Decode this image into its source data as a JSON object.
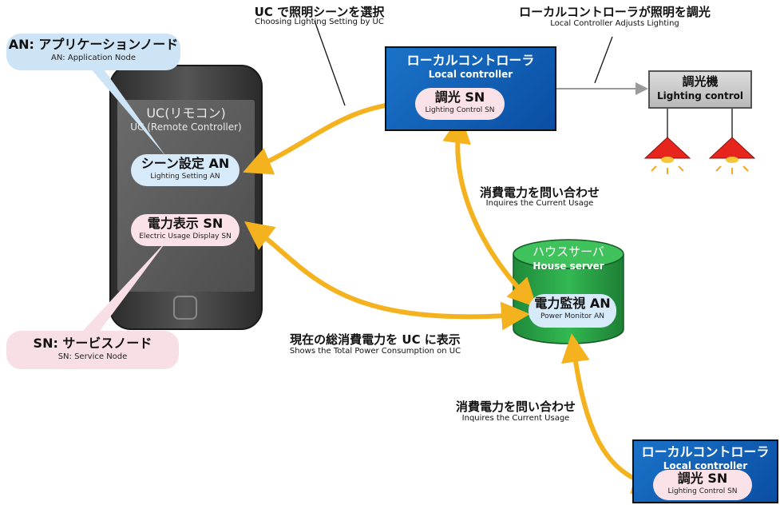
{
  "callouts": {
    "an": {
      "ja": "AN: アプリケーションノード",
      "en": "AN: Application Node"
    },
    "sn": {
      "ja": "SN: サービスノード",
      "en": "SN: Service Node"
    }
  },
  "phone": {
    "title_ja": "UC(リモコン)",
    "title_en": "UC (Remote Controller)",
    "scene": {
      "ja": "シーン設定 AN",
      "en": "Lighting Setting AN"
    },
    "power": {
      "ja": "電力表示 SN",
      "en": "Electric Usage Display SN"
    }
  },
  "local_top": {
    "title_ja": "ローカルコントローラ",
    "title_en": "Local controller",
    "inner": {
      "ja": "調光 SN",
      "en": "Lighting Control SN"
    }
  },
  "local_bottom": {
    "title_ja": "ローカルコントローラ",
    "title_en": "Local controller",
    "inner": {
      "ja": "調光 SN",
      "en": "Lighting Control SN"
    }
  },
  "dimmer": {
    "ja": "調光機",
    "en": "Lighting control"
  },
  "server": {
    "title_ja": "ハウスサーバ",
    "title_en": "House server",
    "inner": {
      "ja": "電力監視 AN",
      "en": "Power Monitor AN"
    }
  },
  "labels": {
    "select_scene": {
      "ja": "UC で照明シーンを選択",
      "en": "Choosing Lighting Setting by UC"
    },
    "adjust": {
      "ja": "ローカルコントローラが照明を調光",
      "en": "Local Controller Adjusts Lighting"
    },
    "inquire1": {
      "ja": "消費電力を問い合わせ",
      "en": "Inquires the Current Usage"
    },
    "show_total": {
      "ja": "現在の総消費電力を UC に表示",
      "en": "Shows the Total Power Consumption on UC"
    },
    "inquire2": {
      "ja": "消費電力を問い合わせ",
      "en": "Inquires the Current Usage"
    }
  },
  "colors": {
    "arrow": "#f5b21f",
    "blue": "#0a58b5",
    "green": "#2aa84a",
    "phone": "#3a3a3a",
    "lamp": "#e8251c"
  }
}
